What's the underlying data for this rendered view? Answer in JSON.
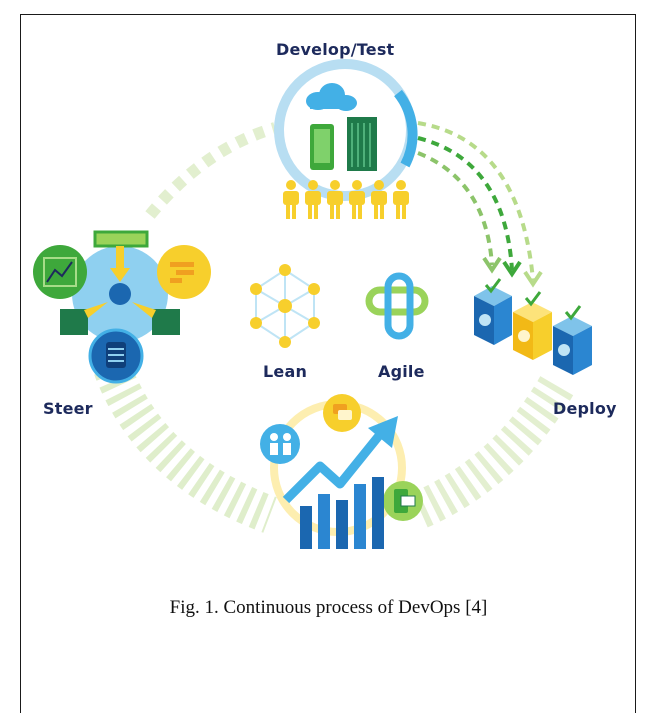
{
  "labels": {
    "develop_test": "Develop/Test",
    "steer": "Steer",
    "deploy": "Deploy",
    "lean": "Lean",
    "agile": "Agile"
  },
  "caption": "Fig. 1. Continuous process of DevOps [4]",
  "colors": {
    "blue": "#43b0e6",
    "light_blue": "#bfe4f5",
    "green": "#3ea83b",
    "light_green": "#cfe6b0",
    "yellow": "#f7cf2c",
    "light_yellow": "#fdeeb0",
    "navy": "#1d2a5c",
    "dark_blue": "#1b67b0"
  }
}
